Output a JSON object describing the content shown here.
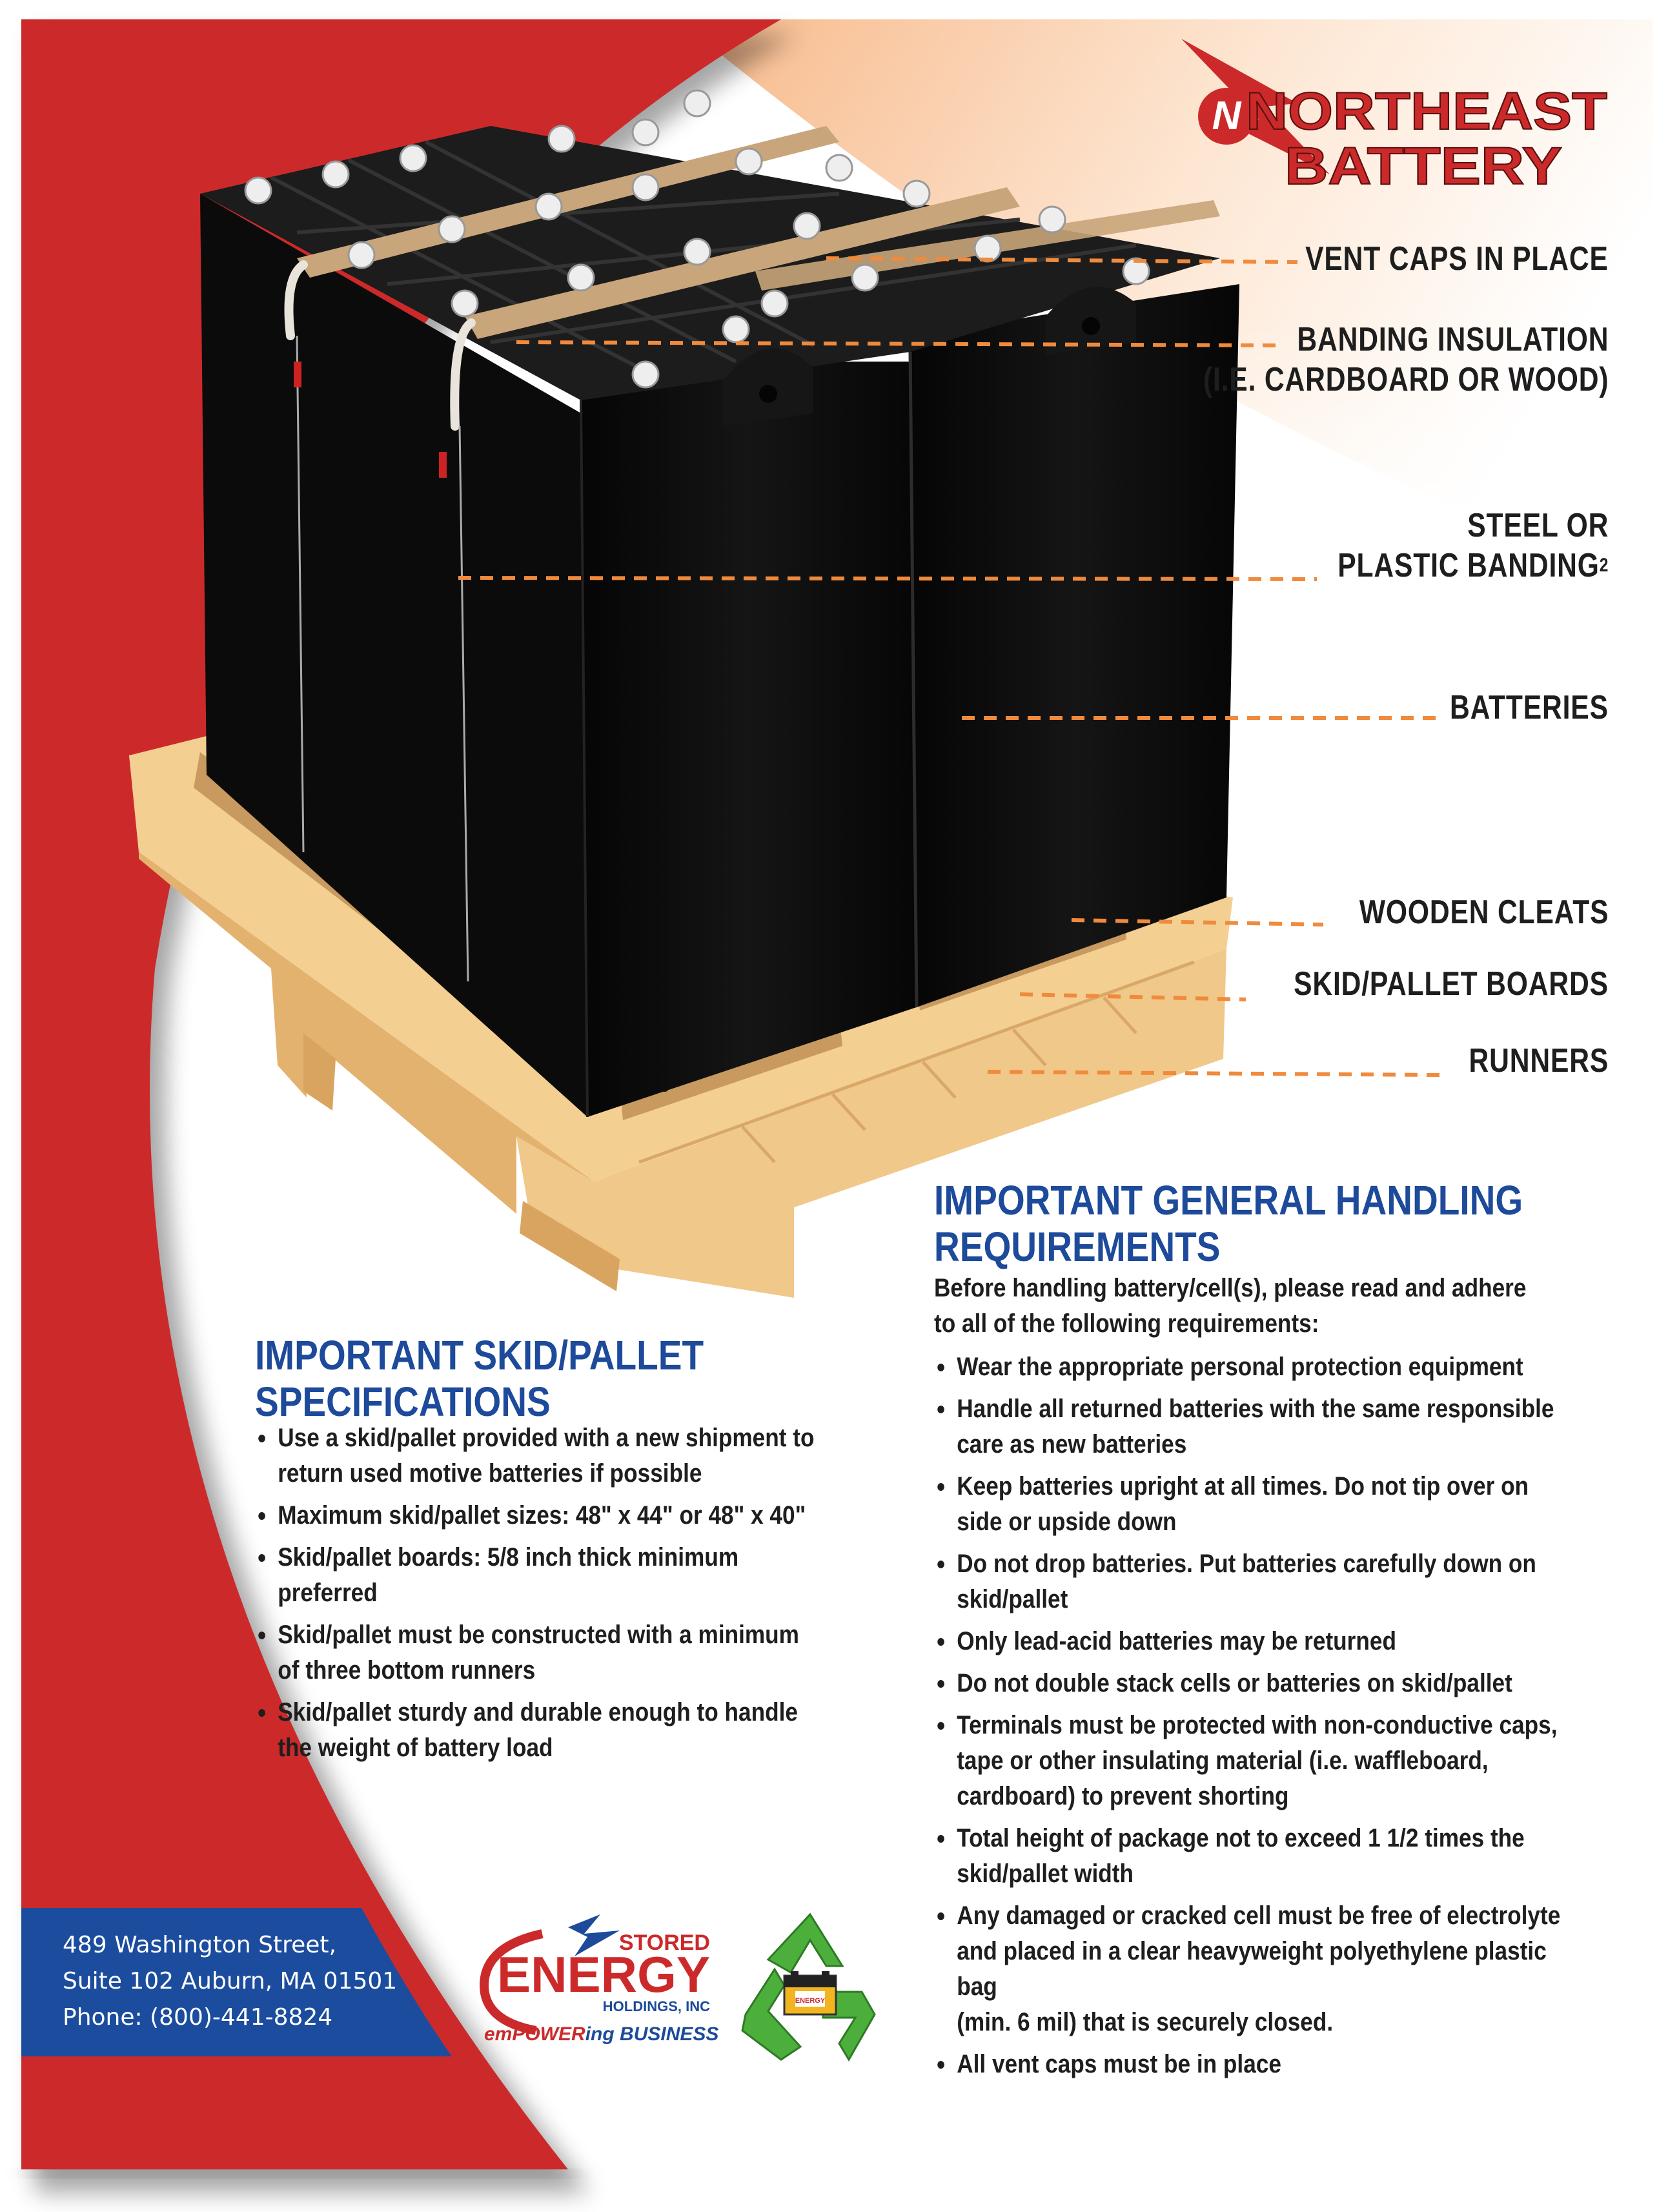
{
  "colors": {
    "brand_red": "#cc2a2a",
    "accent_orange": "#f08a3c",
    "heading_blue": "#1d4a9a",
    "footer_blue": "#1b4c9e",
    "text_dark": "#1e1e1e",
    "pallet_wood": "#f3cf92",
    "battery_black": "#0d0d0d"
  },
  "logo": {
    "line1": "NORTHEAST",
    "line2": "BATTERY",
    "icon": "lightning-bolt-icon"
  },
  "callouts": [
    {
      "lines": [
        "VENT CAPS IN PLACE"
      ]
    },
    {
      "lines": [
        "BANDING INSULATION",
        "(I.E. CARDBOARD OR WOOD)"
      ]
    },
    {
      "lines": [
        "STEEL OR",
        "PLASTIC BANDING"
      ],
      "superscript": "2"
    },
    {
      "lines": [
        "BATTERIES"
      ]
    },
    {
      "lines": [
        "WOODEN CLEATS"
      ]
    },
    {
      "lines": [
        "SKID/PALLET BOARDS"
      ]
    },
    {
      "lines": [
        "RUNNERS"
      ]
    }
  ],
  "handling": {
    "title_line1": "IMPORTANT GENERAL HANDLING",
    "title_line2": "REQUIREMENTS",
    "intro_line1": "Before handling battery/cell(s), please read and adhere",
    "intro_line2": "to all of the following requirements:",
    "items": [
      "Wear the appropriate personal protection equipment",
      "Handle all returned batteries with the same responsible\ncare as new batteries",
      "Keep batteries upright at all times. Do not tip over on\nside or upside down",
      "Do not drop batteries. Put batteries carefully down on\nskid/pallet",
      "Only lead-acid batteries may be returned",
      "Do not double stack cells or batteries on skid/pallet",
      "Terminals must be protected with non-conductive caps,\ntape or other insulating material (i.e. waffleboard,\ncardboard) to prevent shorting",
      "Total height of package not to exceed 1 1/2 times the\nskid/pallet width",
      "Any damaged or cracked cell must be free of electrolyte\nand placed in a clear heavyweight polyethylene plastic bag\n(min. 6 mil) that is securely closed.",
      "All vent caps must be in place"
    ]
  },
  "skid": {
    "title_line1": "IMPORTANT SKID/PALLET",
    "title_line2": "SPECIFICATIONS",
    "items": [
      "Use a skid/pallet provided with a new shipment to\nreturn used motive batteries if possible",
      "Maximum skid/pallet sizes: 48\" x 44\" or 48\" x 40\"",
      "Skid/pallet boards: 5/8 inch thick minimum\npreferred",
      "Skid/pallet must be constructed with a minimum\nof three bottom runners",
      "Skid/pallet sturdy and durable enough to handle\nthe weight of battery load"
    ]
  },
  "footer": {
    "address_line1": "489 Washington Street,",
    "address_line2": "Suite 102 Auburn, MA 01501",
    "address_line3": "Phone: (800)-441-8824"
  },
  "energy_logo": {
    "word1": "STORED",
    "word2": "ENERGY",
    "word3": "HOLDINGS, INC",
    "tagline_em": "em",
    "tagline_power": "POWER",
    "tagline_rest": "ing BUSINESS"
  },
  "recycle_logo": {
    "icon": "recycle-icon",
    "battery_label": "ENERGY"
  }
}
